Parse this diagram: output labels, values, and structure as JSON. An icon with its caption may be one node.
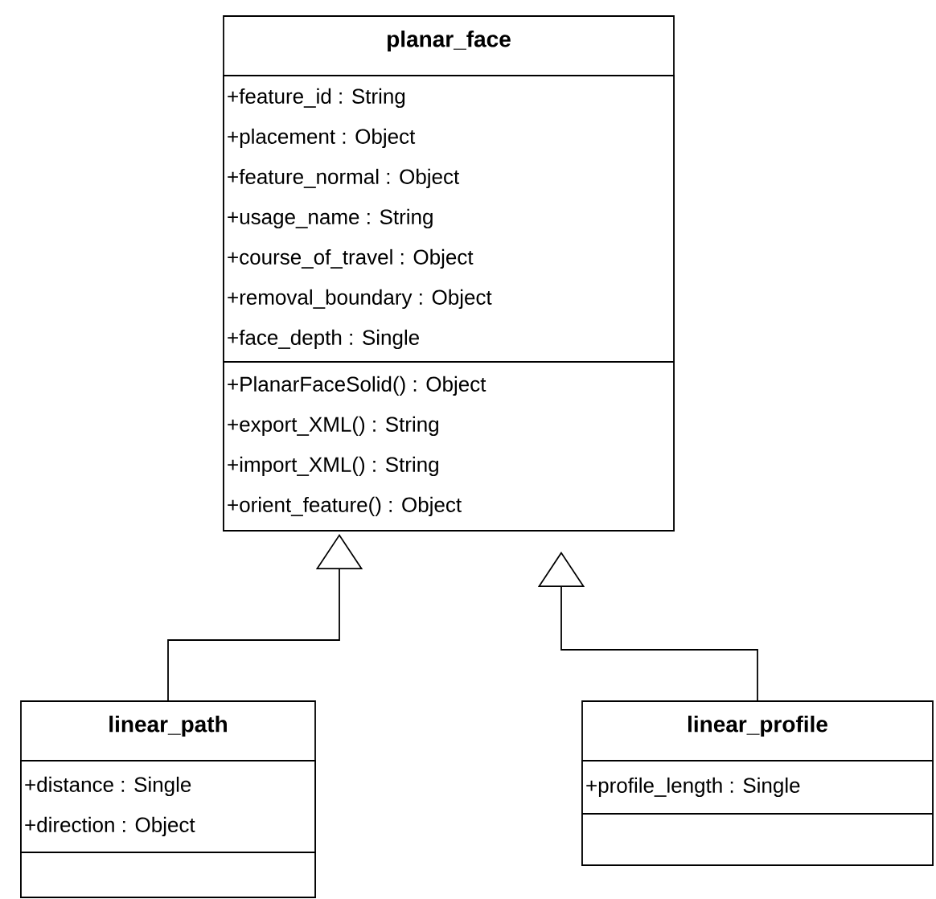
{
  "diagram": {
    "nodes": [
      {
        "text": [
          "planar_face"
        ]
      },
      {
        "text": [
          "+feature_id : String",
          "+placement : Object",
          "+feature_normal : Object",
          "+usage_name : String",
          "+course_of_travel : Object",
          "+removal_boundary : Object",
          "+face_depth : Single"
        ],
        "in": 0
      },
      {
        "text": [
          "+PlanarFaceSolid() : Object",
          "+export_XML() : String",
          "+import_XML() : String",
          "+orient_feature() : Object"
        ],
        "in": 0
      },
      {
        "text": [
          "linear_path"
        ]
      },
      {
        "text": [
          "+distance : Single",
          "+direction : Object"
        ],
        "in": 3
      },
      {
        "text": [],
        "shape": "box",
        "in": 3
      },
      {
        "text": [
          "linear_profile"
        ]
      },
      {
        "text": [
          "+profile_length : Single"
        ],
        "in": 6
      },
      {
        "text": [],
        "shape": "box",
        "in": 6
      }
    ],
    "edges": [
      {
        "from": 3,
        "to": 0,
        "arrow": "to"
      },
      {
        "from": 6,
        "to": 0,
        "arrow": "to"
      }
    ]
  }
}
